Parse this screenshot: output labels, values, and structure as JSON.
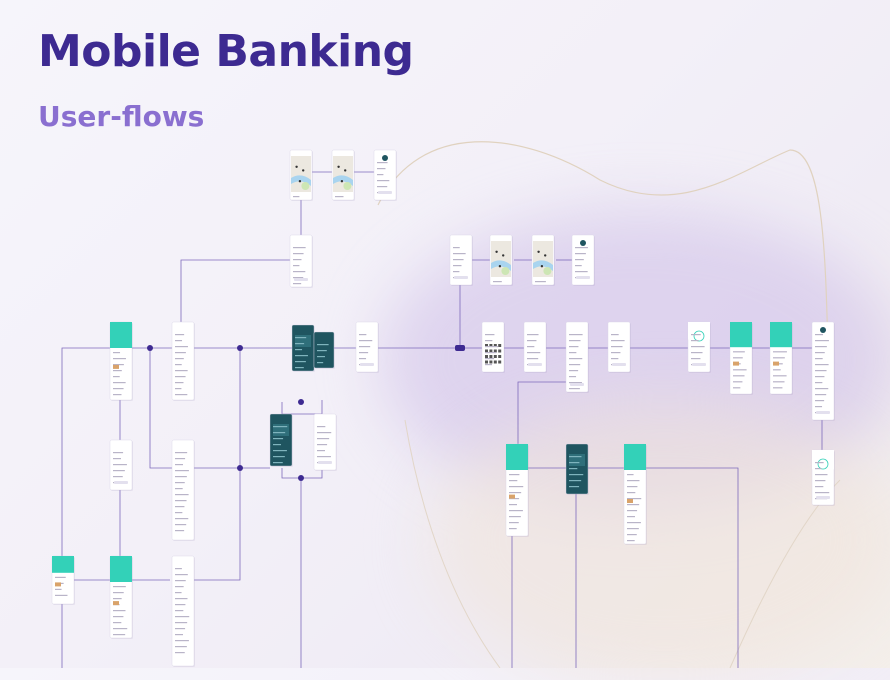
{
  "header": {
    "title": "Mobile Banking",
    "subtitle": "User-flows"
  },
  "colors": {
    "title": "#3d2a91",
    "subtitle": "#8a6fd0",
    "connector": "#6f5bb6",
    "screen_accent": "#33d1b8",
    "screen_dark": "#1f5560"
  },
  "screens": [
    {
      "variant": "map"
    },
    {
      "variant": "map"
    },
    {
      "variant": "detail"
    },
    {
      "variant": "plain"
    },
    {
      "variant": "plain"
    },
    {
      "variant": "map"
    },
    {
      "variant": "map"
    },
    {
      "variant": "detail"
    },
    {
      "variant": "home"
    },
    {
      "variant": "list"
    },
    {
      "variant": "dark"
    },
    {
      "variant": "dark-small"
    },
    {
      "variant": "plain"
    },
    {
      "variant": "grid"
    },
    {
      "variant": "plain"
    },
    {
      "variant": "form"
    },
    {
      "variant": "plain"
    },
    {
      "variant": "success"
    },
    {
      "variant": "home"
    },
    {
      "variant": "home"
    },
    {
      "variant": "detail"
    },
    {
      "variant": "plain"
    },
    {
      "variant": "list"
    },
    {
      "variant": "dark"
    },
    {
      "variant": "plain"
    },
    {
      "variant": "home"
    },
    {
      "variant": "dark-phone"
    },
    {
      "variant": "home"
    },
    {
      "variant": "success"
    },
    {
      "variant": "home"
    },
    {
      "variant": "home"
    },
    {
      "variant": "list"
    }
  ]
}
